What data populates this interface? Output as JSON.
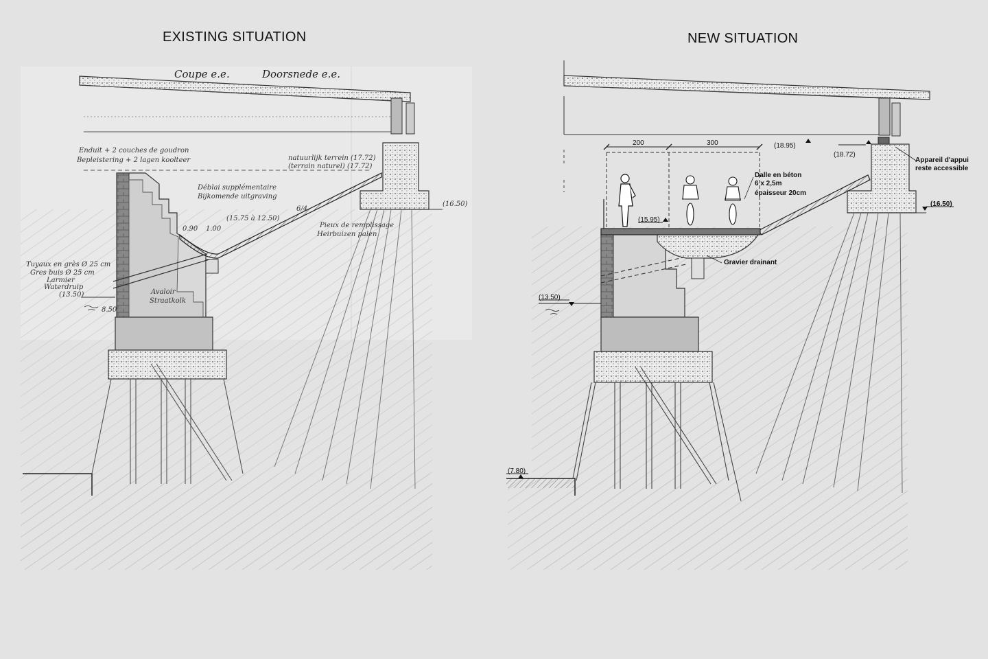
{
  "titles": {
    "existing": "EXISTING SITUATION",
    "new": "NEW SITUATION"
  },
  "existing_drawing": {
    "heading_fr": "Coupe e.e.",
    "heading_nl": "Doorsnede e.e.",
    "notes": {
      "plaster": "Enduit + 2 couches de goudron",
      "plaster_nl": "Bepleistering + 2 lagen koolteer",
      "natural_ground": "natuurlijk terrein (17.72)",
      "natural_ground_fr": "(terrain naturel) (17.72)",
      "excavation_fr": "Déblai supplémentaire",
      "excavation_nl": "Bijkomende uitgraving",
      "slope": "(15.75 à 12.50)",
      "dim_a": "0.90",
      "dim_b": "1.00",
      "pipe_fr": "Tuyaux en grès Ø 25 cm",
      "pipe_nl": "Gres buis Ø 25 cm",
      "culvert_fr": "Avaloir",
      "culvert_nl": "Straatkolk",
      "drain_fr": "Larmier",
      "drain_nl": "Waterdruip",
      "drain_level": "(13.50)",
      "water_level": "8.50",
      "piles_fr": "Pieux de remplissage",
      "piles_nl": "Heirbuizen palen",
      "level_right": "(16.50)",
      "ba": "6/4"
    }
  },
  "new_drawing": {
    "level_deck": "(18.95)",
    "level_bearing": "(18.72)",
    "level_walk": "(15.95)",
    "level_footing": "(16.50)",
    "level_water": "(13.50)",
    "level_bottom": "(7.80)",
    "width_pedestrian": "200",
    "width_cycle": "300",
    "slab_line1": "Dalle en béton",
    "slab_line2": "6 x 2,5m",
    "slab_line3": "épaisseur 20cm",
    "gravel": "Gravier drainant",
    "bearing_line1": "Appareil d'appui",
    "bearing_line2": "reste accessible"
  }
}
